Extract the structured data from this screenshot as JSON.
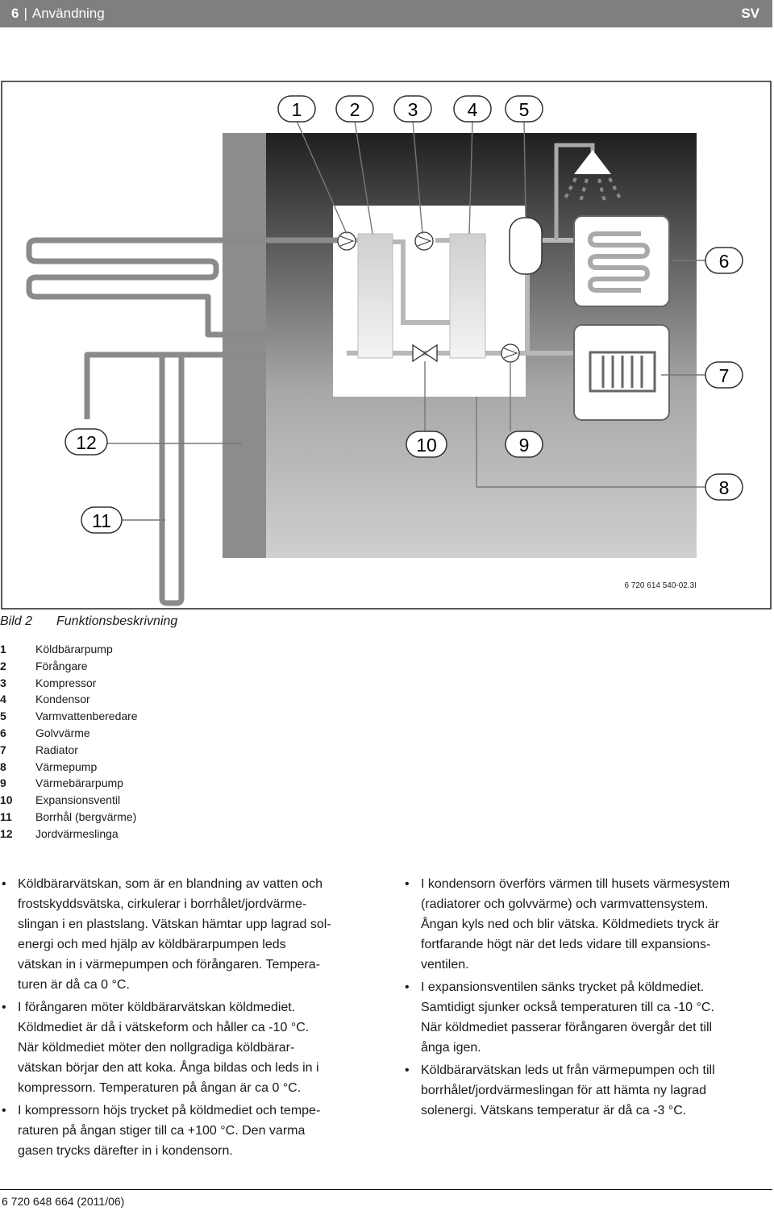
{
  "header": {
    "page_number": "6",
    "section": "Användning",
    "language": "SV"
  },
  "figure": {
    "labels": [
      "1",
      "2",
      "3",
      "4",
      "5",
      "6",
      "7",
      "8",
      "9",
      "10",
      "11",
      "12"
    ],
    "code": "6 720 614 540-02.3I"
  },
  "caption": {
    "label": "Bild 2",
    "title": "Funktionsbeskrivning"
  },
  "legend": [
    {
      "n": "1",
      "text": "Köldbärarpump"
    },
    {
      "n": "2",
      "text": "Förångare"
    },
    {
      "n": "3",
      "text": "Kompressor"
    },
    {
      "n": "4",
      "text": "Kondensor"
    },
    {
      "n": "5",
      "text": "Varmvattenberedare"
    },
    {
      "n": "6",
      "text": "Golvvärme"
    },
    {
      "n": "7",
      "text": "Radiator"
    },
    {
      "n": "8",
      "text": "Värmepump"
    },
    {
      "n": "9",
      "text": "Värmebärarpump"
    },
    {
      "n": "10",
      "text": "Expansionsventil"
    },
    {
      "n": "11",
      "text": "Borrhål (bergvärme)"
    },
    {
      "n": "12",
      "text": "Jordvärmeslinga"
    }
  ],
  "left_column": [
    [
      "Köldbärarvätskan, som är en blandning av vatten och",
      "frostskyddsvätska, cirkulerar i borrhålet/jordvärme-",
      "slingan i en plastslang. Vätskan hämtar upp lagrad sol-",
      "energi och med hjälp av köldbärarpumpen leds",
      "vätskan in i värmepumpen och förångaren. Tempera-",
      "turen är då ca 0 °C."
    ],
    [
      "I förångaren möter köldbärarvätskan köldmediet.",
      "Köldmediet är då i vätskeform och håller ca -10 °C.",
      "När köldmediet möter den nollgradiga köldbärar-",
      "vätskan börjar den att koka. Ånga bildas och leds in i",
      "kompressorn. Temperaturen på ångan är ca 0 °C."
    ],
    [
      "I kompressorn höjs trycket på köldmediet och tempe-",
      "raturen på ångan stiger till ca +100 °C. Den varma",
      "gasen trycks därefter in i kondensorn."
    ]
  ],
  "right_column": [
    [
      "I kondensorn överförs värmen till husets värmesystem",
      "(radiatorer och golvvärme) och varmvattensystem.",
      "Ångan kyls ned och blir vätska. Köldmediets tryck är",
      "fortfarande högt när det leds vidare till expansions-",
      "ventilen."
    ],
    [
      "I expansionsventilen sänks trycket på köldmediet.",
      "Samtidigt sjunker också temperaturen till ca -10 °C.",
      "När köldmediet passerar förångaren övergår det till",
      "ånga igen."
    ],
    [
      "Köldbärarvätskan leds ut från värmepumpen och till",
      "borrhålet/jordvärmeslingan för att hämta ny lagrad",
      "solenergi. Vätskans temperatur är då ca -3 °C."
    ]
  ],
  "footer": {
    "doc_number": "6 720 648 664 (2011/06)"
  }
}
